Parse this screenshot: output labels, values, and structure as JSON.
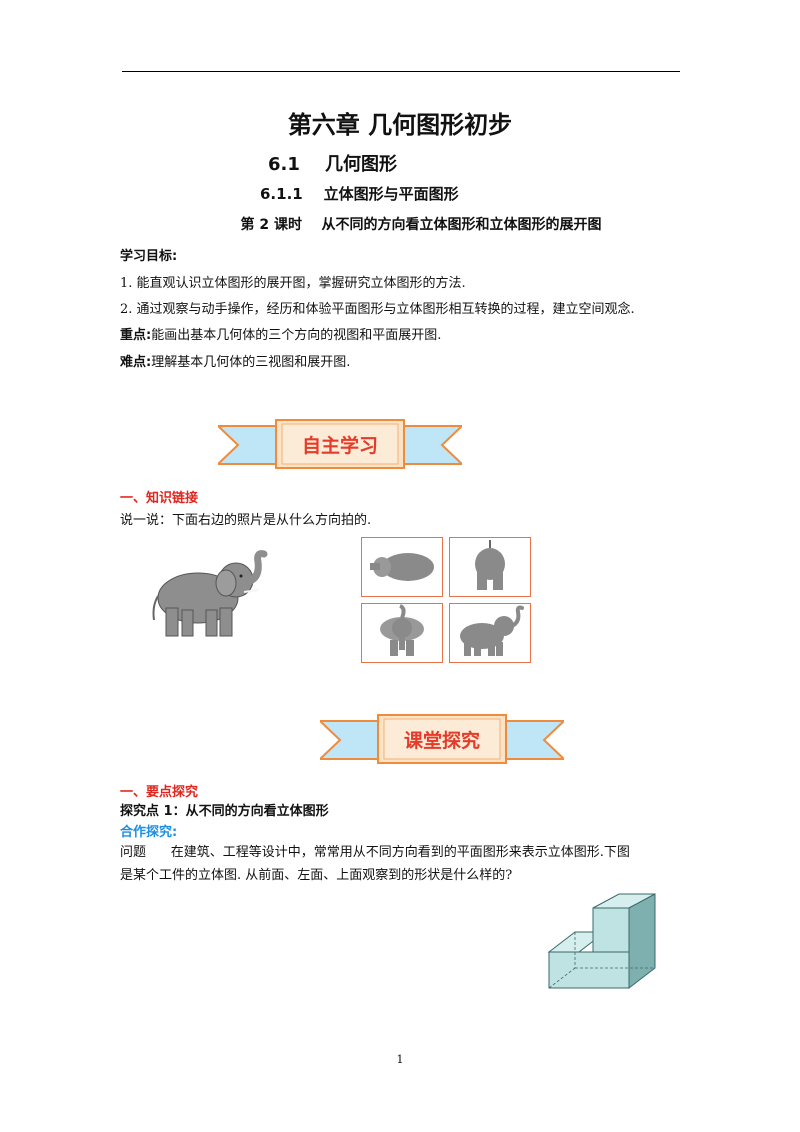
{
  "header": {
    "chapter_title": "第六章  几何图形初步",
    "section_title": "6.1    几何图形",
    "subsection_title": "6.1.1    立体图形与平面图形",
    "lesson_title": "第 2 课时    从不同的方向看立体图形和立体图形的展开图"
  },
  "objectives": {
    "heading": "学习目标:",
    "items": [
      "1. 能直观认识立体图形的展开图，掌握研究立体图形的方法.",
      "2. 通过观察与动手操作，经历和体验平面图形与立体图形相互转换的过程，建立空间观念."
    ],
    "key_label": "重点:",
    "key_text": "能画出基本几何体的三个方向的视图和平面展开图.",
    "difficulty_label": "难点:",
    "difficulty_text": "理解基本几何体的三视图和展开图."
  },
  "banner1": {
    "label": "自主学习"
  },
  "knowledge": {
    "heading": "一、知识链接",
    "prompt": "说一说：下面右边的照片是从什么方向拍的."
  },
  "banner2": {
    "label": "课堂探究"
  },
  "explore": {
    "heading": "一、要点探究",
    "point_heading": "探究点 1：从不同的方向看立体图形",
    "coop_heading": "合作探究:",
    "problem_line1": "问题      在建筑、工程等设计中，常常用从不同方向看到的平面图形来表示立体图形.下图",
    "problem_line2": "是某个工件的立体图. 从前面、左面、上面观察到的形状是什么样的?"
  },
  "colors": {
    "red_heading": "#e0261e",
    "blue_heading": "#1e8fe0",
    "banner_text": "#e53b2a",
    "banner_fill": "#bfe6f6",
    "banner_stroke": "#f08a3c",
    "photo_border": "#e8734a",
    "solid_fill": "#bfe3e3"
  },
  "footer": {
    "page_number": "1"
  }
}
